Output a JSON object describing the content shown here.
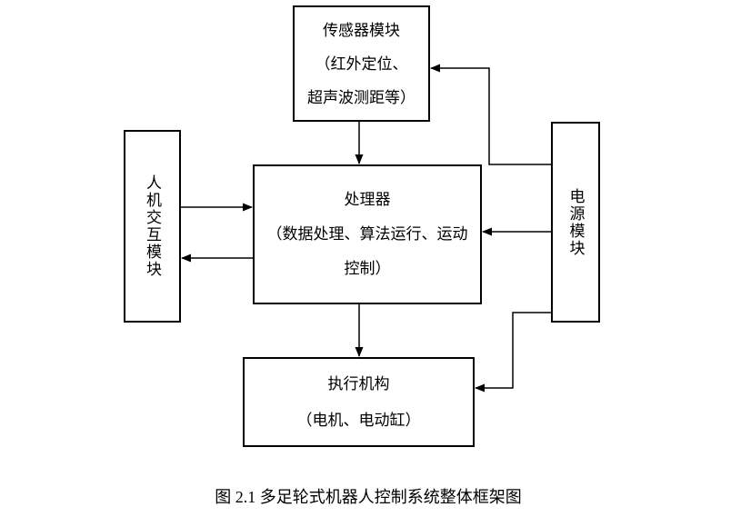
{
  "figure": {
    "caption": "图 2.1 多足轮式机器人控制系统整体框架图",
    "boxes": {
      "sensor": {
        "title": "传感器模块",
        "detail_line1": "（红外定位、",
        "detail_line2": "超声波测距等）"
      },
      "hmi": {
        "label": "人机交互模块"
      },
      "processor": {
        "title": "处理器",
        "detail_line1": "（数据处理、算法运行、运动",
        "detail_line2": "控制）"
      },
      "power": {
        "label": "电源模块"
      },
      "actuator": {
        "title": "执行机构",
        "detail": "（电机、电动缸）"
      }
    },
    "connections": [
      {
        "from": "sensor-module",
        "to": "processor"
      },
      {
        "from": "hmi-module",
        "to": "processor"
      },
      {
        "from": "processor",
        "to": "hmi-module"
      },
      {
        "from": "power-module",
        "to": "sensor-module"
      },
      {
        "from": "power-module",
        "to": "processor"
      },
      {
        "from": "processor",
        "to": "actuator"
      },
      {
        "from": "power-module",
        "to": "actuator"
      }
    ],
    "colors": {
      "line": "#000000",
      "text": "#000000",
      "background": "#ffffff"
    }
  }
}
